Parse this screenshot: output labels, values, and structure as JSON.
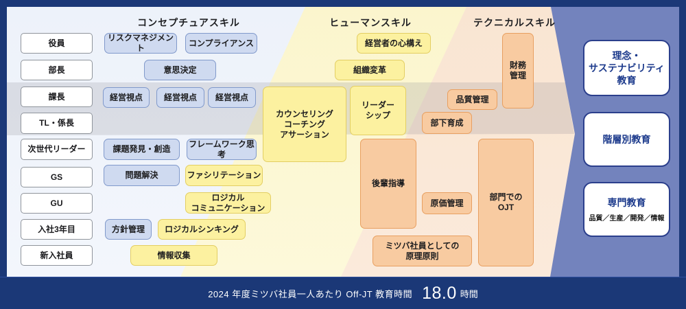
{
  "headers": {
    "conceptual": "コンセプチュアスキル",
    "human": "ヒューマンスキル",
    "technical": "テクニカルスキル"
  },
  "roles": [
    "役員",
    "部長",
    "課長",
    "TL・係長",
    "次世代リーダー",
    "GS",
    "GU",
    "入社3年目",
    "新入社員"
  ],
  "skills": {
    "conceptual": {
      "risk": "リスクマネジメント",
      "compliance": "コンプライアンス",
      "decision": "意思決定",
      "mgmt_view_1": "経営視点",
      "mgmt_view_2": "経営視点",
      "mgmt_view_3": "経営視点",
      "problem_finding": "課題発見・創造",
      "framework": "フレームワーク思考",
      "problem_solving": "問題解決",
      "policy": "方針管理"
    },
    "human": {
      "executive_mindset": "経営者の心構え",
      "org_change": "組織変革",
      "counseling": "カウンセリング\nコーチング\nアサーション",
      "leadership": "リーダー\nシップ",
      "facilitation": "ファシリテーション",
      "logical_comm": "ロジカル\nコミュニケーション",
      "logical_thinking": "ロジカルシンキング",
      "info_gathering": "情報収集"
    },
    "technical": {
      "finance": "財務\n管理",
      "quality": "品質管理",
      "subordinate_dev": "部下育成",
      "junior_guidance": "後輩指導",
      "cost": "原価管理",
      "dept_ojt": "部門での\nOJT",
      "principles": "ミツバ社員としての\n原理原則"
    }
  },
  "education": {
    "philosophy": "理念・\nサステナビリティ\n教育",
    "hierarchical": "階層別教育",
    "specialized": "専門教育",
    "specialized_sub": "品質／生産／開発／情報"
  },
  "footer": {
    "label": "2024 年度ミツバ社員一人あたり Off-JT 教育時間",
    "value": "18.0",
    "unit": "時間"
  },
  "colors": {
    "navy": "#1b3877",
    "panel_blue": "#7383bd",
    "conceptual_box": "#cfdaf0",
    "human_box": "#fcf1a0",
    "technical_box": "#f8cba1",
    "education_title": "#1c3a8c"
  }
}
